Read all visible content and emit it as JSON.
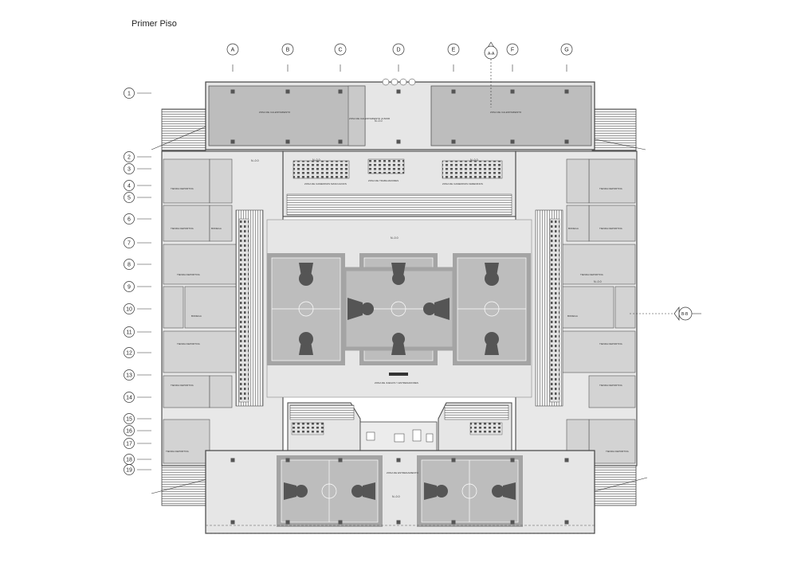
{
  "title": "Primer Piso",
  "column_axes": [
    "A",
    "B",
    "C",
    "D",
    "E",
    "F",
    "G"
  ],
  "row_axes": [
    "1",
    "2",
    "3",
    "4",
    "5",
    "6",
    "7",
    "8",
    "9",
    "10",
    "11",
    "12",
    "13",
    "14",
    "15",
    "16",
    "17",
    "18",
    "19"
  ],
  "section_markers": {
    "top": "A-A",
    "right": "B-B"
  },
  "level_label": "N.-0.0",
  "zones": {
    "top_left_zone": "ZONA DE CALENTAMIENTO",
    "top_right_zone": "ZONA DE CALENTAMIENTO",
    "top_small_room": "ZONA DE CALENTAMIENTO JUNIOR",
    "changing_left": "ZONA DE CAMERINOS MASCULINOS",
    "changing_right": "ZONA DE CAMERINOS FEMENINOS",
    "staff_room": "ZONA DE TRABAJADORES",
    "games_zone": "ZONA DE JUEGOS Y ENTRENADORES",
    "bottom_zone": "ZONA DE ENTRENAMIENTO",
    "shop": "TIENDA DEPORTIVA",
    "storage": "BODEGA"
  },
  "colors": {
    "wall": "#444444",
    "floor": "#d8d8d8",
    "court": "#bdbdbd",
    "court_border": "#a4a4a4",
    "line": "#333333"
  }
}
